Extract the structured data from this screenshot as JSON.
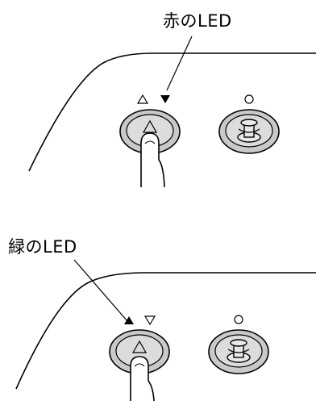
{
  "callouts": {
    "top": "赤のLED",
    "bottom": "緑のLED"
  },
  "panels": [
    {
      "up_indicator": "outline",
      "down_indicator": "filled",
      "finger_on": "up-button"
    },
    {
      "up_indicator": "filled",
      "down_indicator": "outline",
      "finger_on": "up-button"
    }
  ],
  "icons": {
    "up_button": "up-triangle-button-icon",
    "reel_button": "tape-reel-icon",
    "led_up": "up-triangle-led-icon",
    "led_down": "down-triangle-led-icon",
    "led_circle": "circle-led-icon",
    "finger": "pointing-finger-icon"
  }
}
